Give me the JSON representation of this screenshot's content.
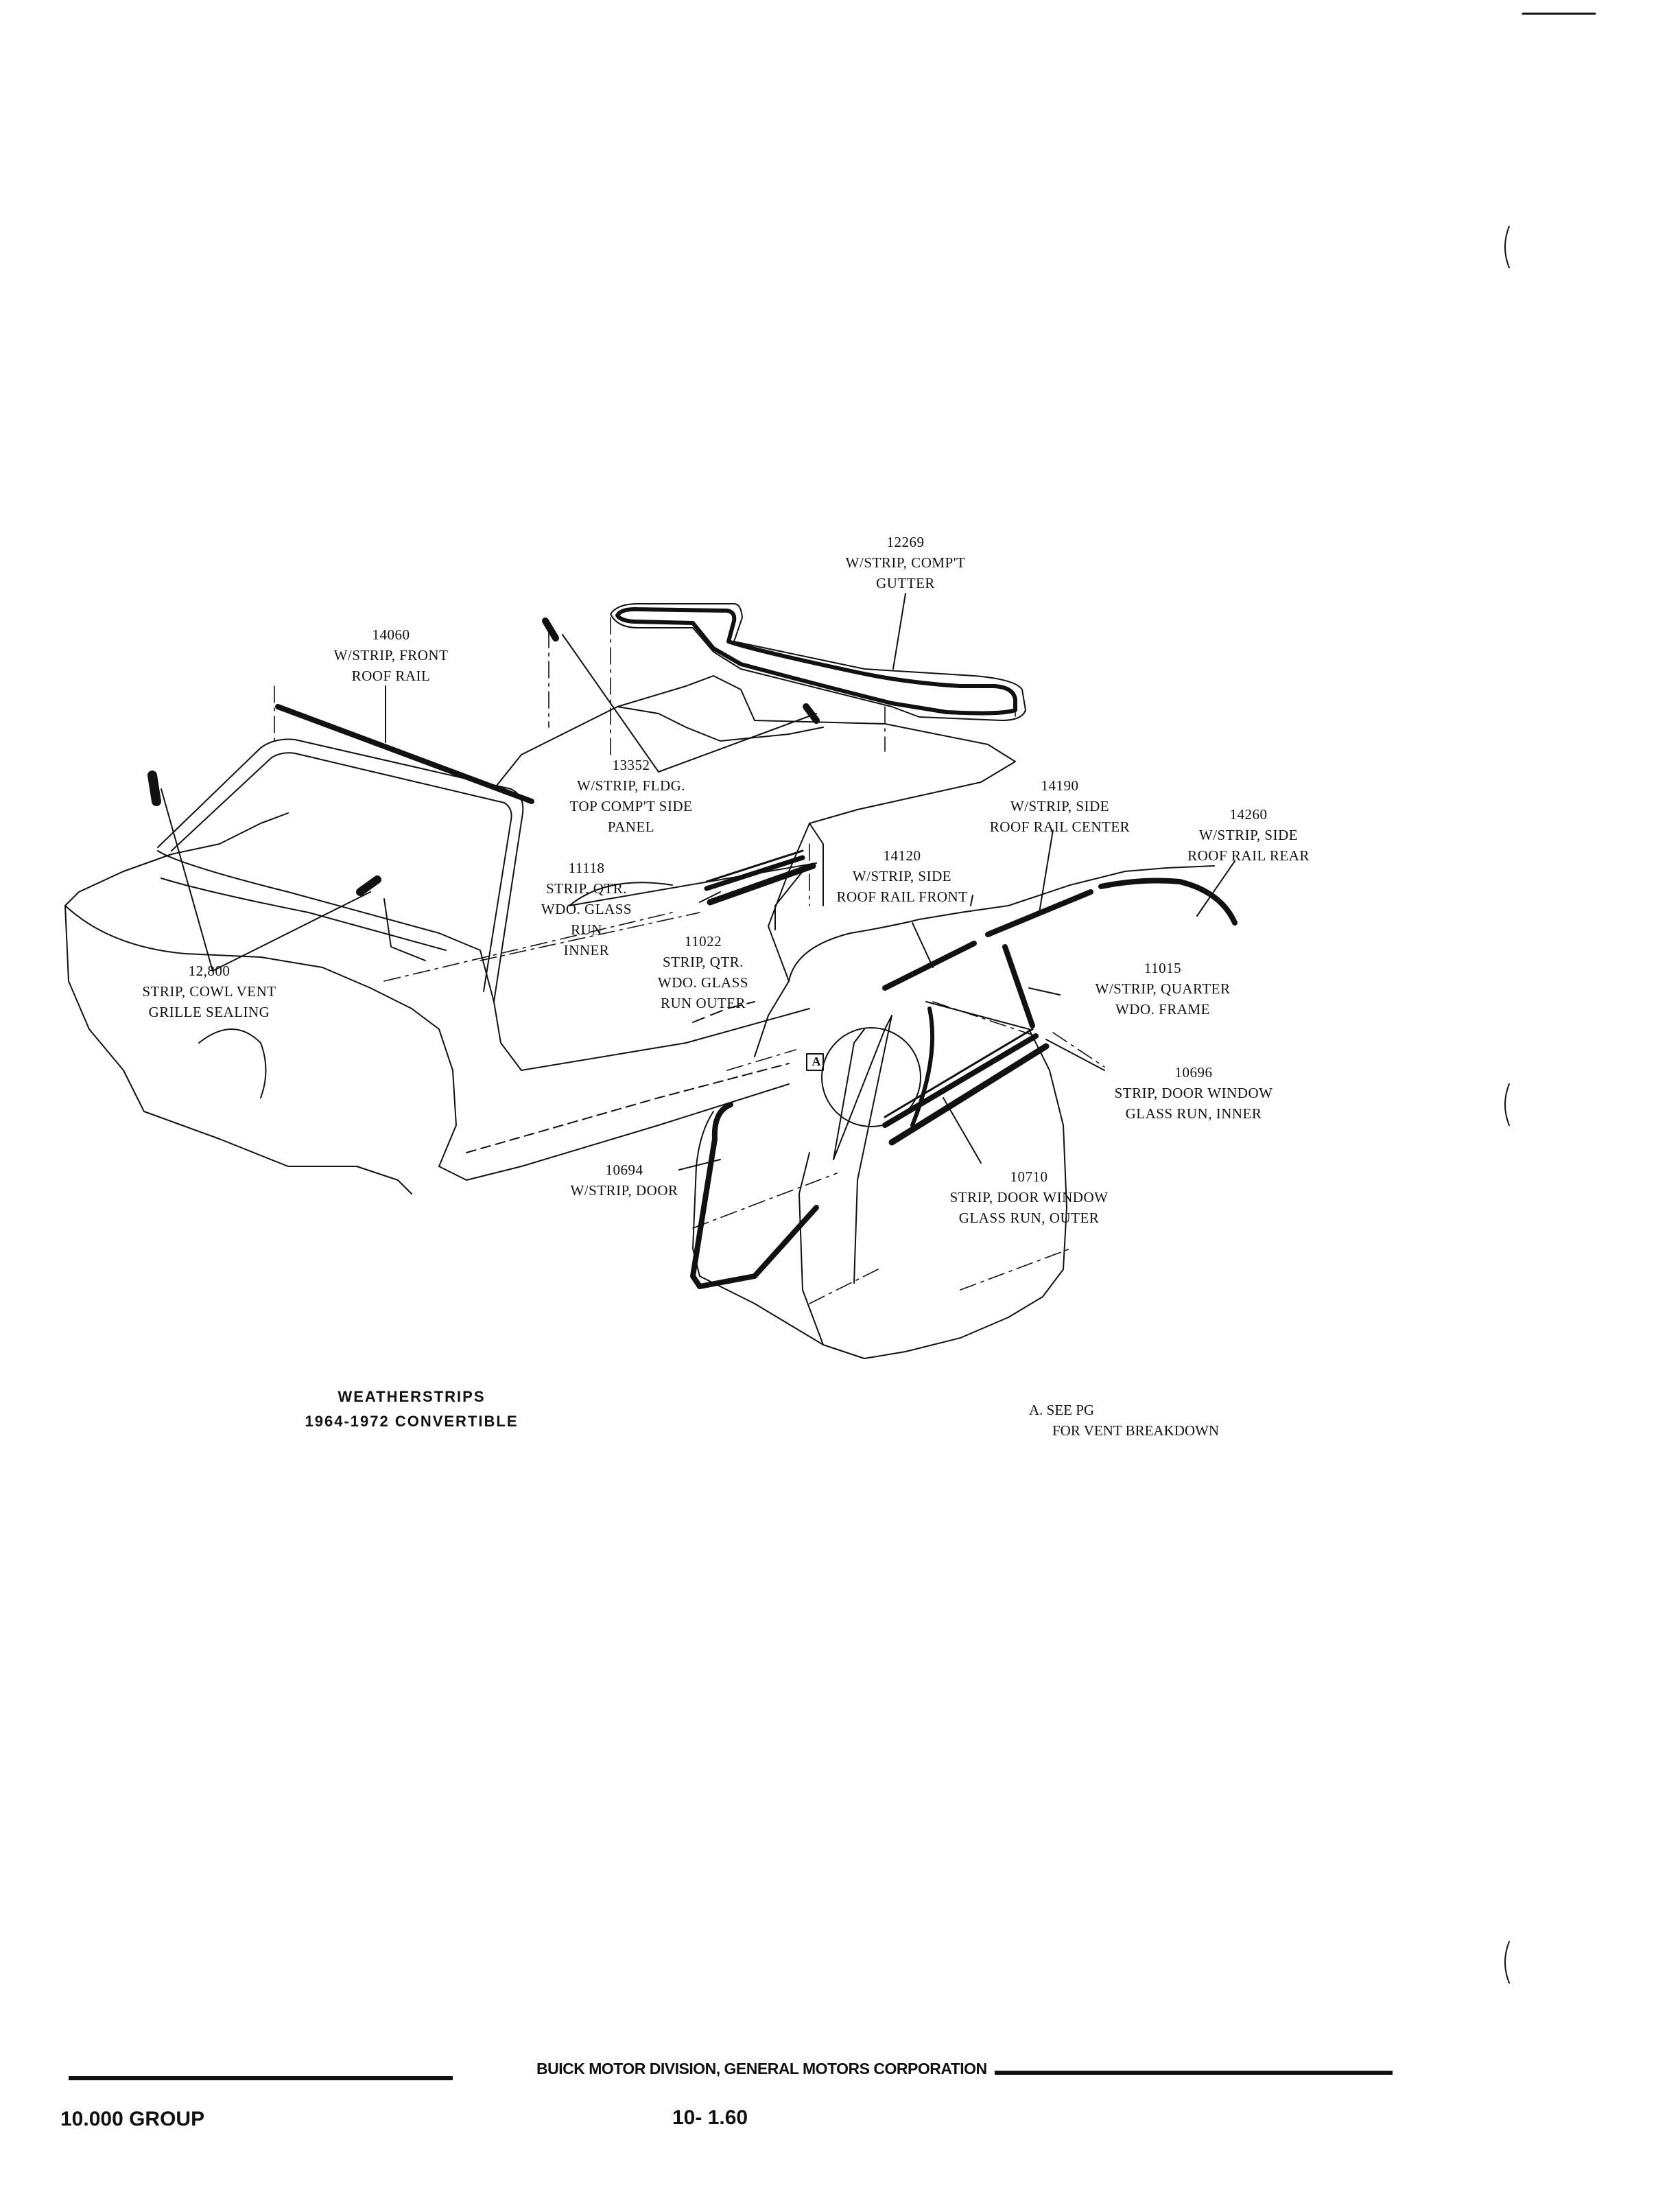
{
  "diagram": {
    "callouts": [
      {
        "id": "12269",
        "lines": [
          "12269",
          "W/STRIP, COMP'T",
          "GUTTER"
        ]
      },
      {
        "id": "14060",
        "lines": [
          "14060",
          "W/STRIP, FRONT",
          "ROOF RAIL"
        ]
      },
      {
        "id": "13352",
        "lines": [
          "13352",
          "W/STRIP, FLDG.",
          "TOP COMP'T SIDE",
          "PANEL"
        ]
      },
      {
        "id": "14190",
        "lines": [
          "14190",
          "W/STRIP, SIDE",
          "ROOF RAIL CENTER"
        ]
      },
      {
        "id": "14260",
        "lines": [
          "14260",
          "W/STRIP, SIDE",
          "ROOF RAIL REAR"
        ]
      },
      {
        "id": "14120",
        "lines": [
          "14120",
          "W/STRIP, SIDE",
          "ROOF RAIL FRONT"
        ]
      },
      {
        "id": "11118",
        "lines": [
          "11118",
          "STRIP, QTR.",
          "WDO. GLASS",
          "RUN",
          "INNER"
        ]
      },
      {
        "id": "11022",
        "lines": [
          "11022",
          "STRIP, QTR.",
          "WDO. GLASS",
          "RUN OUTER"
        ]
      },
      {
        "id": "12800",
        "lines": [
          "12,800",
          "STRIP, COWL VENT",
          "GRILLE SEALING"
        ]
      },
      {
        "id": "11015",
        "lines": [
          "11015",
          "W/STRIP, QUARTER",
          "WDO. FRAME"
        ]
      },
      {
        "id": "10696",
        "lines": [
          "10696",
          "STRIP, DOOR WINDOW",
          "GLASS RUN, INNER"
        ]
      },
      {
        "id": "10710",
        "lines": [
          "10710",
          "STRIP, DOOR WINDOW",
          "GLASS RUN, OUTER"
        ]
      },
      {
        "id": "10694",
        "lines": [
          "10694",
          "W/STRIP, DOOR"
        ]
      }
    ],
    "detail_marker": "A",
    "caption": {
      "line1": "WEATHERSTRIPS",
      "line2": "1964-1972  CONVERTIBLE"
    },
    "note": {
      "line1": "A.  SEE PG",
      "line2": "FOR VENT BREAKDOWN"
    }
  },
  "footer": {
    "division": "BUICK MOTOR DIVISION, GENERAL MOTORS CORPORATION",
    "group": "10.000 GROUP",
    "page": "10- 1.60"
  },
  "colors": {
    "ink": "#111111",
    "paper": "#ffffff"
  }
}
